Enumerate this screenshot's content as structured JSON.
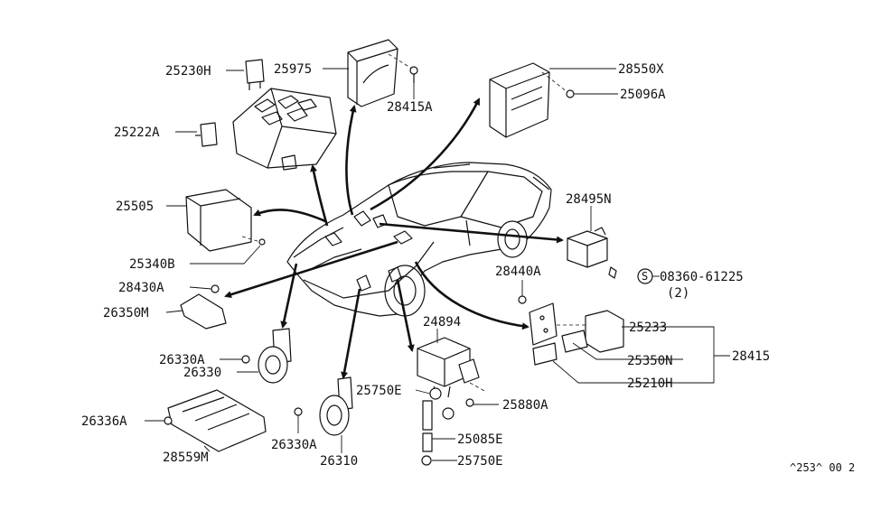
{
  "labels": {
    "l25230h": "25230H",
    "l25975": "25975",
    "l28415a": "28415A",
    "l28550x": "28550X",
    "l25096a": "25096A",
    "l25222a": "25222A",
    "l25505": "25505",
    "l25340b": "25340B",
    "l28495n": "28495N",
    "l08360": "08360-61225",
    "l08360qty": "(2)",
    "l08360mark": "S",
    "l28440a": "28440A",
    "l28430a": "28430A",
    "l26350m": "26350M",
    "l25233": "25233",
    "l25350n": "25350N",
    "l28415": "28415",
    "l25210h": "25210H",
    "l24894": "24894",
    "l26330a_top": "26330A",
    "l26330": "26330",
    "l25750e_top": "25750E",
    "l25880a": "25880A",
    "l26336a": "26336A",
    "l25085e": "25085E",
    "l26330a_bot": "26330A",
    "l28559m": "28559M",
    "l26310": "26310",
    "l25750e_bot": "25750E"
  },
  "reference": "^253^ 00 2"
}
